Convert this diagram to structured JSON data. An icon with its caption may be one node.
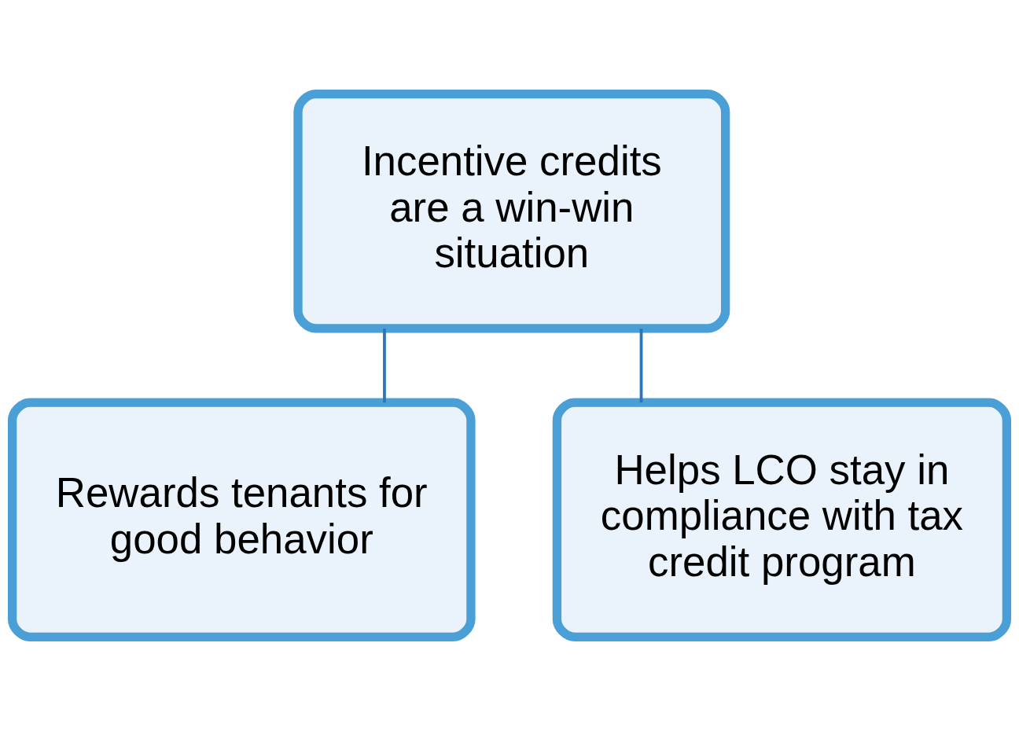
{
  "diagram": {
    "nodes": [
      {
        "text": [
          "Incentive credits are a win-win situation"
        ]
      },
      {
        "text": [
          "Rewards tenants for good behavior"
        ]
      },
      {
        "text": [
          "Helps LCO stay in compliance with tax credit program"
        ]
      }
    ],
    "edges": [
      {
        "from": 0,
        "to": 1,
        "arrow": "none"
      },
      {
        "from": 0,
        "to": 2,
        "arrow": "none"
      }
    ]
  }
}
